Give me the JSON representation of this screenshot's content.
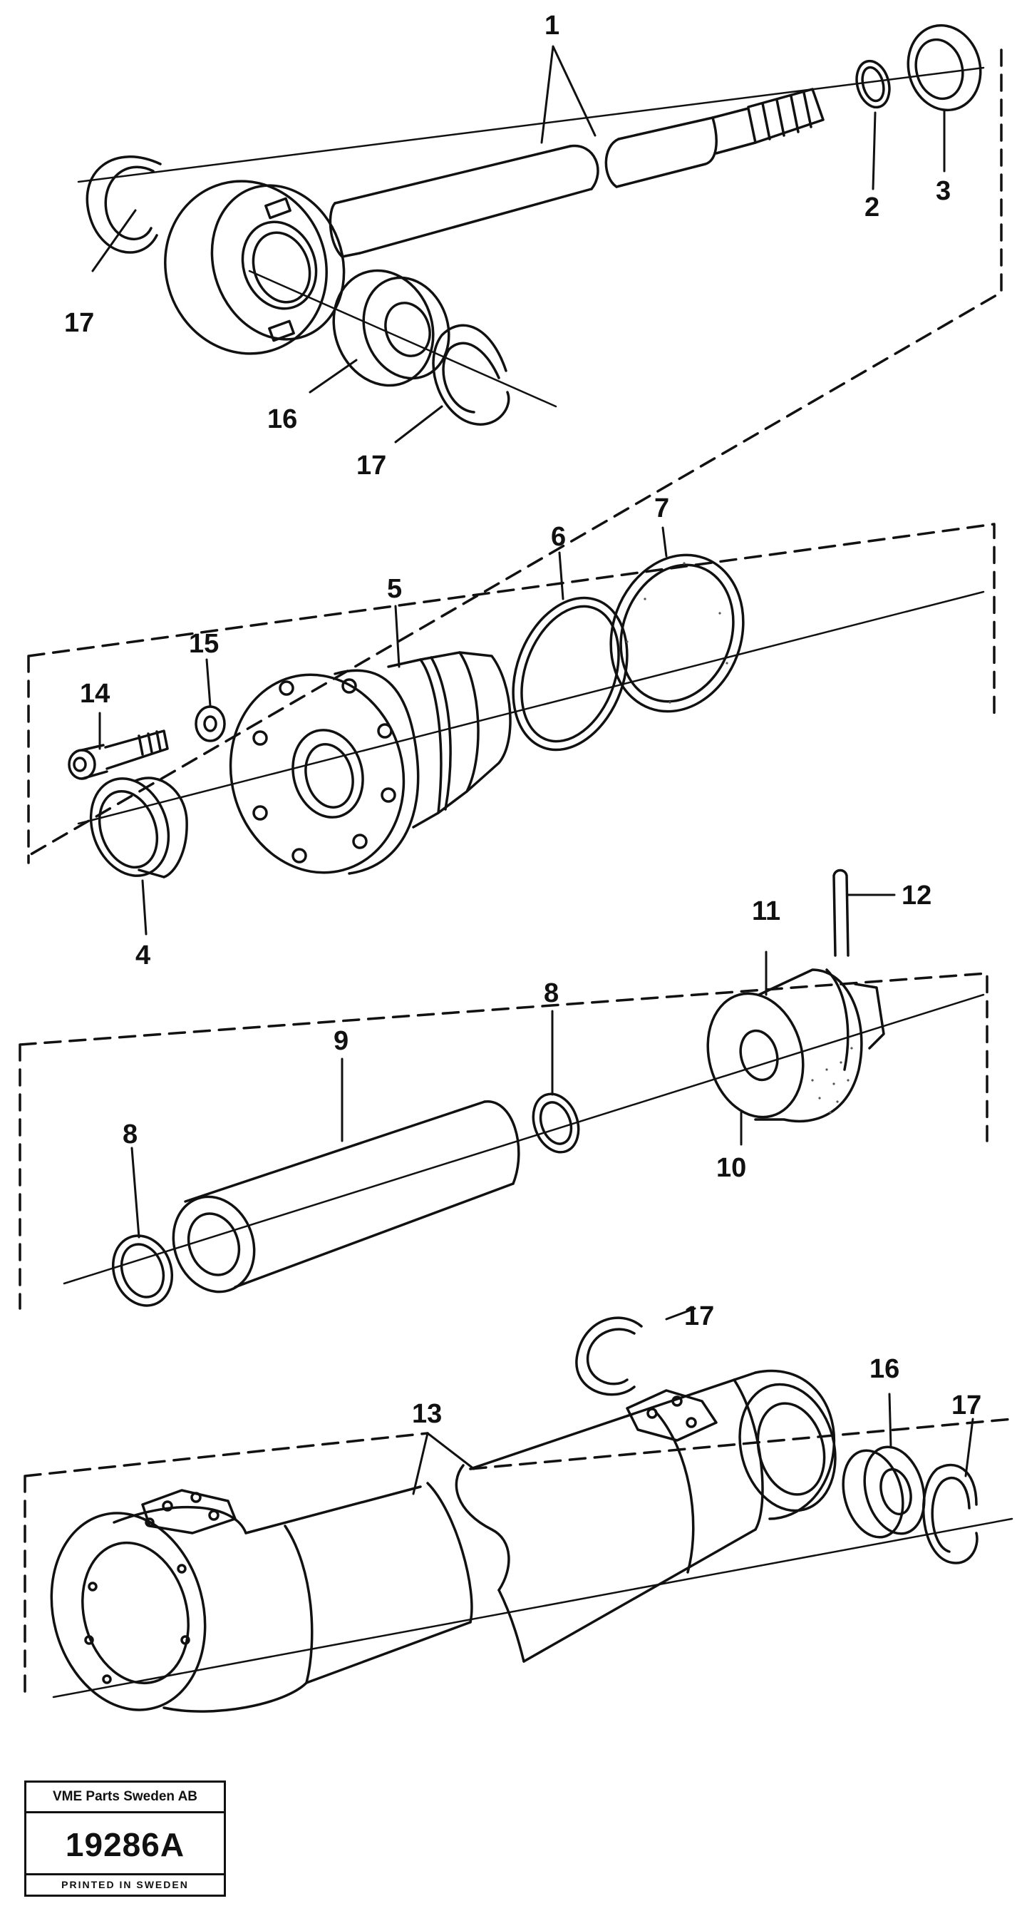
{
  "callouts": {
    "c1": "1",
    "c2": "2",
    "c3": "3",
    "c4": "4",
    "c5": "5",
    "c6": "6",
    "c7": "7",
    "c8a": "8",
    "c8b": "8",
    "c9": "9",
    "c10": "10",
    "c11": "11",
    "c12": "12",
    "c13": "13",
    "c14": "14",
    "c15": "15",
    "c16a": "16",
    "c16b": "16",
    "c17a": "17",
    "c17b": "17",
    "c17c": "17",
    "c17d": "17"
  },
  "titlebox": {
    "company": "VME Parts Sweden AB",
    "number": "19286A",
    "printed": "PRINTED IN SWEDEN"
  }
}
